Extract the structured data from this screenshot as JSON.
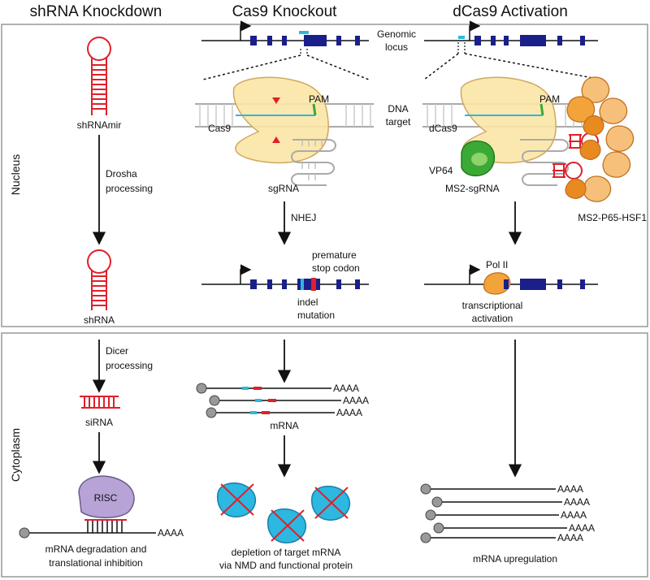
{
  "headers": {
    "shrna": "shRNA Knockdown",
    "cas9": "Cas9 Knockout",
    "dcas9": "dCas9 Activation"
  },
  "sections": {
    "nucleus": "Nucleus",
    "cytoplasm": "Cytoplasm"
  },
  "shrna": {
    "shrnamir": "shRNAmir",
    "drosha_1": "Drosha",
    "drosha_2": "processing",
    "shrna": "shRNA",
    "dicer_1": "Dicer",
    "dicer_2": "processing",
    "sirna": "siRNA",
    "risc": "RISC",
    "polya": "AAAA",
    "result_1": "mRNA degradation and",
    "result_2": "translational inhibition"
  },
  "cas9": {
    "genomic_1": "Genomic",
    "genomic_2": "locus",
    "dna_1": "DNA",
    "dna_2": "target",
    "pam": "PAM",
    "cas9": "Cas9",
    "sgrna": "sgRNA",
    "nhej": "NHEJ",
    "stop_1": "premature",
    "stop_2": "stop codon",
    "indel_1": "indel",
    "indel_2": "mutation",
    "polya": [
      "AAAA",
      "AAAA",
      "AAAA"
    ],
    "mrna": "mRNA",
    "result_1": "depletion of target mRNA",
    "result_2": "via NMD and functional protein"
  },
  "dcas9": {
    "pam": "PAM",
    "dcas9": "dCas9",
    "vp64": "VP64",
    "ms2sgrna": "MS2-sgRNA",
    "ms2p65": "MS2-P65-HSF1",
    "pol2": "Pol II",
    "act_1": "transcriptional",
    "act_2": "activation",
    "polya": [
      "AAAA",
      "AAAA",
      "AAAA",
      "AAAA",
      "AAAA"
    ],
    "result": "mRNA upregulation"
  },
  "colors": {
    "red": "#e0202a",
    "navy": "#1a1f8a",
    "cas9_fill": "#fbe5a6",
    "cas9_stroke": "#d0a860",
    "cyan": "#2cb8e0",
    "green": "#3aaa35",
    "orange": "#f2a33a",
    "risc": "#b7a3d6"
  }
}
